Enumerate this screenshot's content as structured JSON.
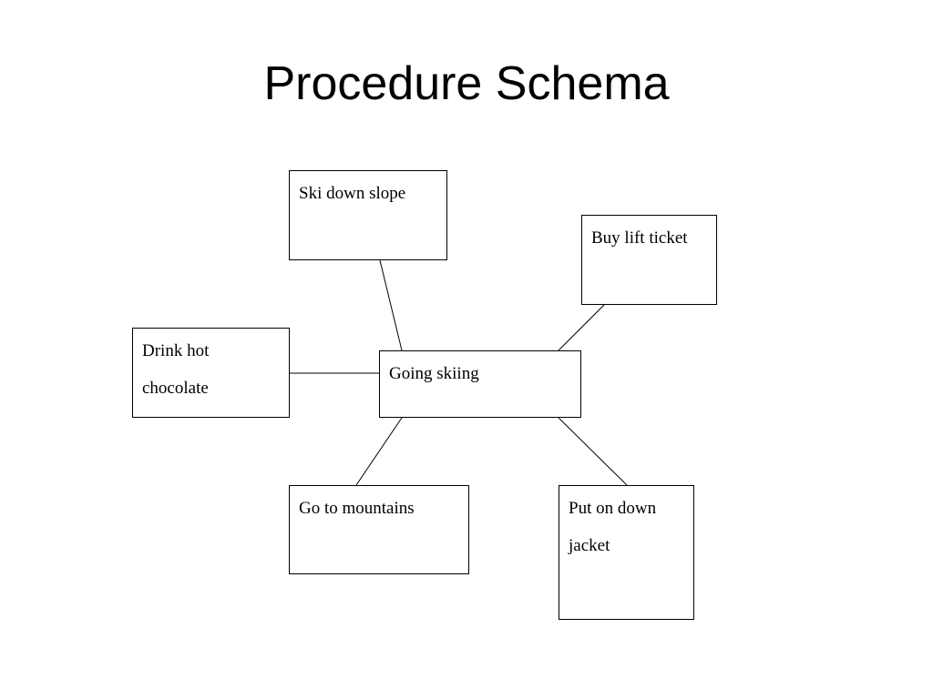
{
  "title": "Procedure Schema",
  "diagram": {
    "center": "Going skiing",
    "nodes": {
      "top": "Ski down slope",
      "right": "Buy lift ticket",
      "left": "Drink hot chocolate",
      "bottom_left": "Go to mountains",
      "bottom_right": "Put on down jacket"
    },
    "edges": [
      [
        "Going skiing",
        "Ski down slope"
      ],
      [
        "Going skiing",
        "Buy lift ticket"
      ],
      [
        "Going skiing",
        "Drink hot chocolate"
      ],
      [
        "Going skiing",
        "Go to mountains"
      ],
      [
        "Going skiing",
        "Put on down jacket"
      ]
    ]
  }
}
